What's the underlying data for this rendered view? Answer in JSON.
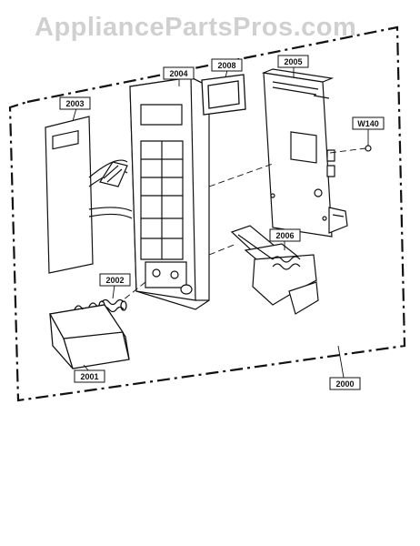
{
  "watermark": "AppliancePartsPros.com",
  "labels": {
    "p2000": "2000",
    "p2001": "2001",
    "p2002": "2002",
    "p2003": "2003",
    "p2004": "2004",
    "p2005": "2005",
    "p2006": "2006",
    "p2008": "2008",
    "w140": "W140"
  },
  "colors": {
    "ink": "#111111",
    "watermark": "#d0d0d0"
  }
}
